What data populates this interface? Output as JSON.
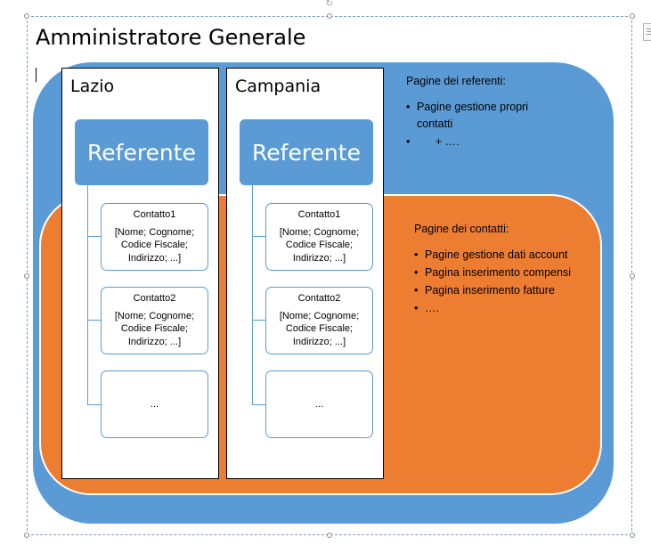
{
  "title": "Amministratore Generale",
  "regions": [
    {
      "name": "Lazio",
      "referente": "Referente",
      "contacts": [
        {
          "title": "Contatto1",
          "details": "[Nome; Cognome;\nCodice Fiscale;\nIndirizzo; ...]"
        },
        {
          "title": "Contatto2",
          "details": "[Nome; Cognome;\nCodice Fiscale;\nIndirizzo; ...]"
        }
      ],
      "more": "..."
    },
    {
      "name": "Campania",
      "referente": "Referente",
      "contacts": [
        {
          "title": "Contatto1",
          "details": "[Nome; Cognome;\nCodice Fiscale;\nIndirizzo; ...]"
        },
        {
          "title": "Contatto2",
          "details": "[Nome; Cognome;\nCodice Fiscale;\nIndirizzo; ...]"
        }
      ],
      "more": "..."
    }
  ],
  "referenti_pages": {
    "title": "Pagine dei referenti:",
    "items": [
      "Pagine gestione propri contatti",
      "      + …."
    ]
  },
  "contatti_pages": {
    "title": "Pagine dei contatti:",
    "items": [
      "Pagine gestione dati account",
      "Pagina inserimento compensi",
      "Pagina inserimento fatture",
      "…."
    ]
  },
  "colors": {
    "blue": "#5b9bd5",
    "orange": "#ed7d31",
    "white": "#ffffff"
  }
}
